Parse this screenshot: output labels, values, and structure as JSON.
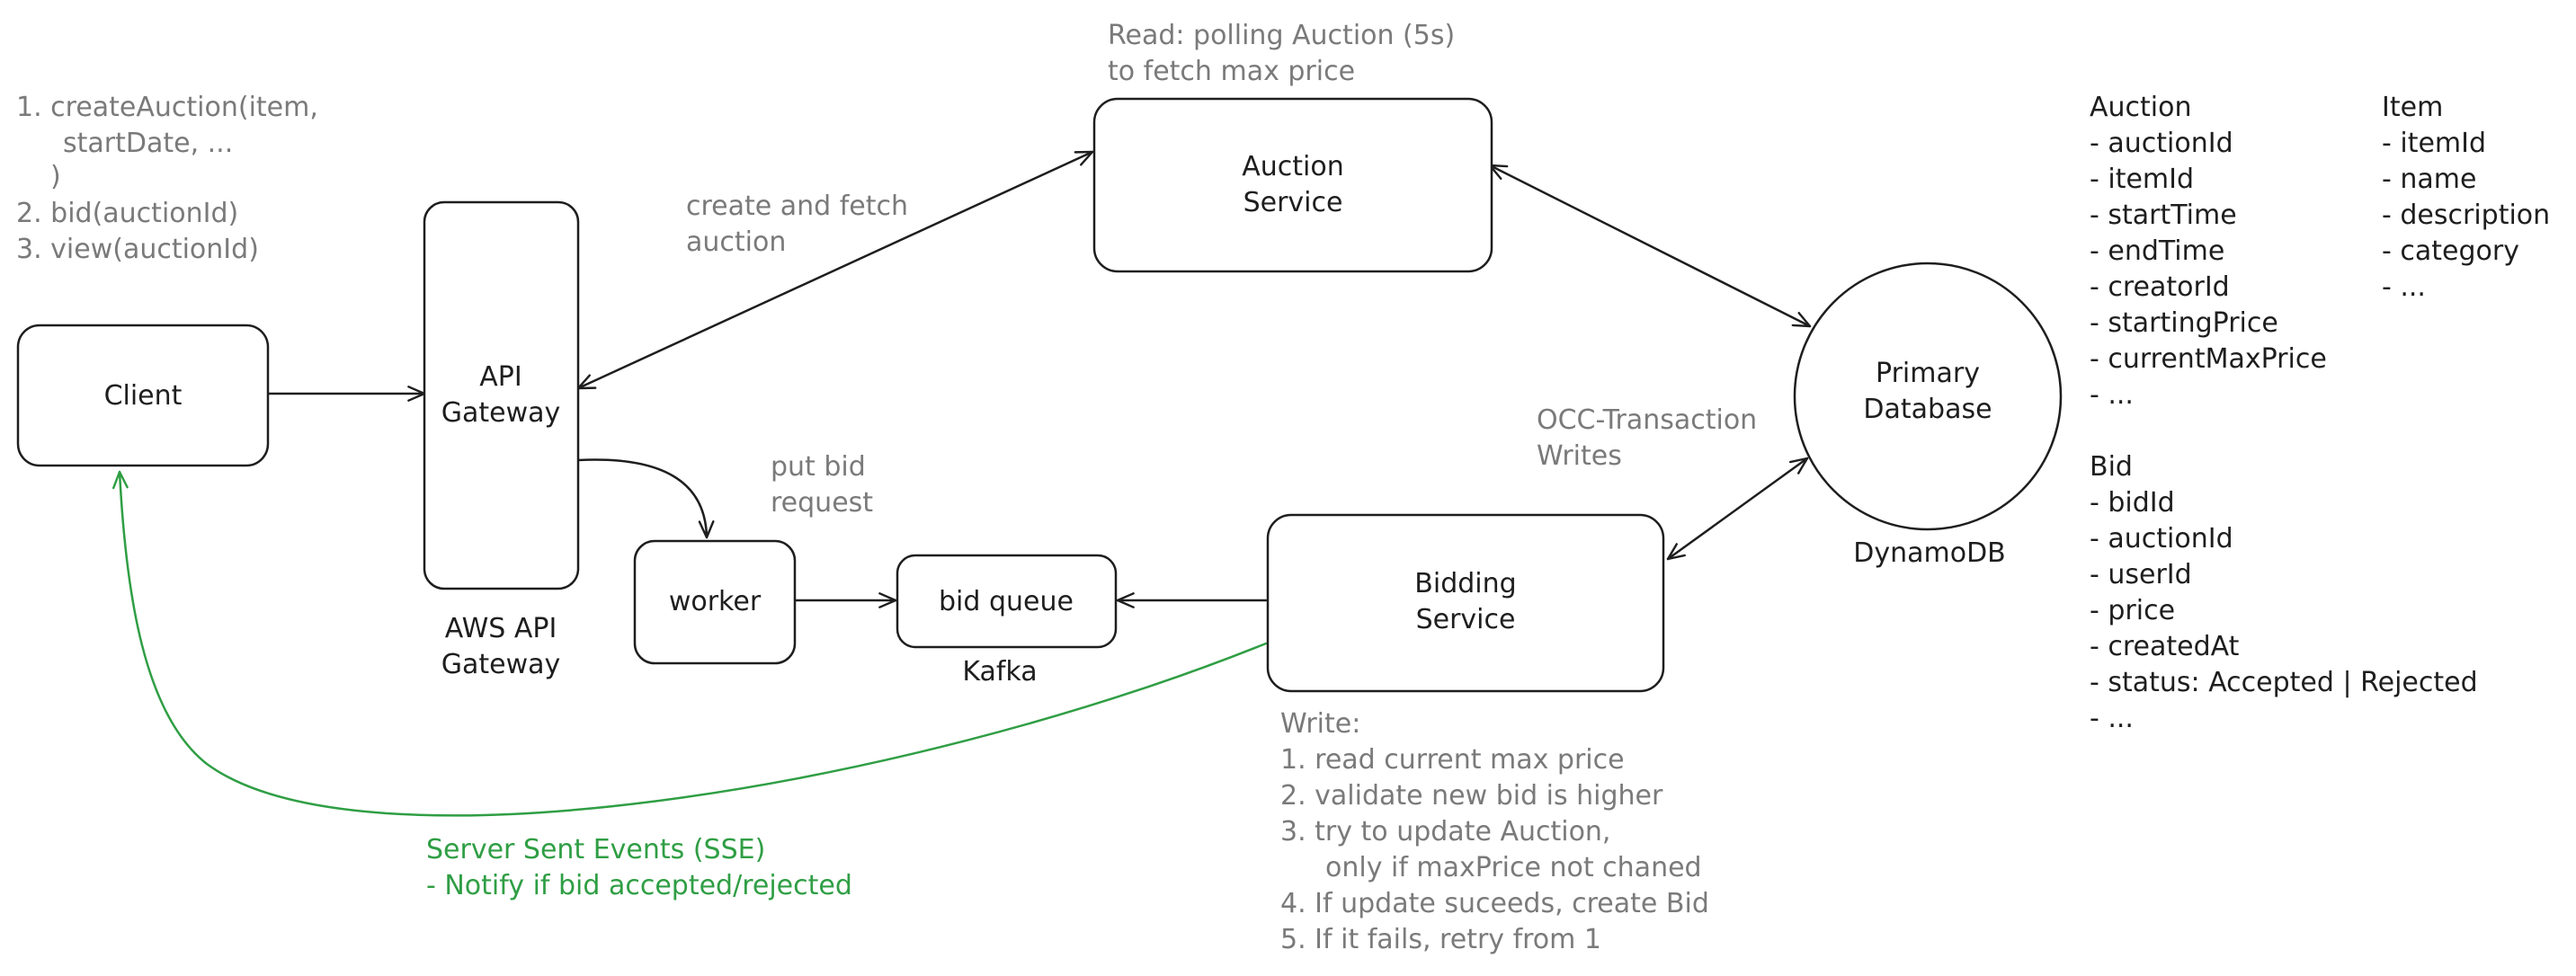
{
  "colors": {
    "ink": "#1e1e1e",
    "note": "#7a7a7a",
    "green": "#2f9e44",
    "background": "#ffffff"
  },
  "api_list": [
    "1. createAuction(item,",
    "startDate, ...",
    ")",
    "2. bid(auctionId)",
    "3. view(auctionId)"
  ],
  "nodes": {
    "client": {
      "lines": [
        "Client"
      ]
    },
    "api_gateway": {
      "lines": [
        "API",
        "Gateway"
      ],
      "caption": [
        "AWS API",
        "Gateway"
      ]
    },
    "auction_service": {
      "lines": [
        "Auction",
        "Service"
      ]
    },
    "worker": {
      "lines": [
        "worker"
      ]
    },
    "bid_queue": {
      "lines": [
        "bid queue"
      ],
      "caption": [
        "Kafka"
      ]
    },
    "bidding_service": {
      "lines": [
        "Bidding",
        "Service"
      ]
    },
    "primary_db": {
      "lines": [
        "Primary",
        "Database"
      ],
      "caption": [
        "DynamoDB"
      ]
    }
  },
  "edge_labels": {
    "polling": [
      "Read: polling Auction (5s)",
      "to fetch max price"
    ],
    "create_fetch": [
      "create and fetch",
      "auction"
    ],
    "put_bid": [
      "put bid",
      "request"
    ],
    "occ": [
      "OCC-Transaction",
      "Writes"
    ],
    "sse": [
      "Server Sent Events (SSE)",
      "- Notify if bid accepted/rejected"
    ]
  },
  "write_steps": [
    "Write:",
    "1. read current max price",
    "2. validate new bid is higher",
    "3. try to update Auction,",
    "only if maxPrice not chaned",
    "4. If update suceeds, create Bid",
    "5. If it fails, retry from 1"
  ],
  "schemas": {
    "auction": [
      "Auction",
      "- auctionId",
      "- itemId",
      "- startTime",
      "- endTime",
      "- creatorId",
      "- startingPrice",
      "- currentMaxPrice",
      "- ..."
    ],
    "item": [
      "Item",
      "- itemId",
      "- name",
      "- description",
      "- category",
      "- ..."
    ],
    "bid": [
      "Bid",
      "- bidId",
      "- auctionId",
      "- userId",
      "- price",
      "- createdAt",
      "- status: Accepted | Rejected",
      "- ..."
    ]
  }
}
